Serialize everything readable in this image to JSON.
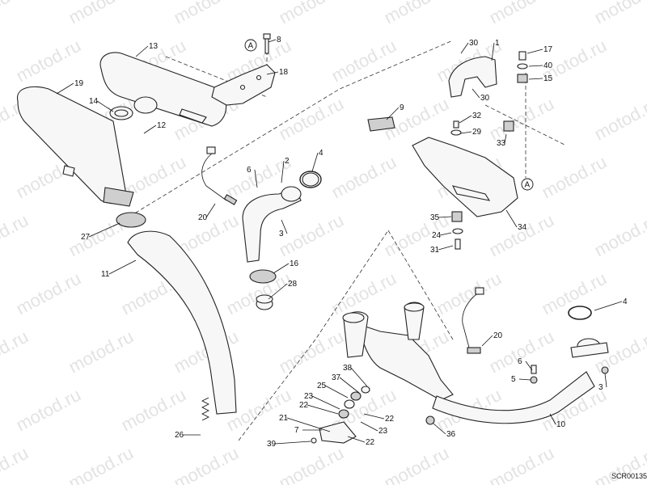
{
  "watermark": "motod.ru",
  "drawing_code": "SCR00135",
  "reference_marker": "A",
  "callouts": [
    {
      "id": "c1",
      "label": "1"
    },
    {
      "id": "c2",
      "label": "2"
    },
    {
      "id": "c3a",
      "label": "3"
    },
    {
      "id": "c3b",
      "label": "3"
    },
    {
      "id": "c4a",
      "label": "4"
    },
    {
      "id": "c4b",
      "label": "4"
    },
    {
      "id": "c5",
      "label": "5"
    },
    {
      "id": "c6a",
      "label": "6"
    },
    {
      "id": "c6b",
      "label": "6"
    },
    {
      "id": "c7",
      "label": "7"
    },
    {
      "id": "c8",
      "label": "8"
    },
    {
      "id": "c9",
      "label": "9"
    },
    {
      "id": "c10",
      "label": "10"
    },
    {
      "id": "c11",
      "label": "11"
    },
    {
      "id": "c12",
      "label": "12"
    },
    {
      "id": "c13",
      "label": "13"
    },
    {
      "id": "c14",
      "label": "14"
    },
    {
      "id": "c15",
      "label": "15"
    },
    {
      "id": "c16",
      "label": "16"
    },
    {
      "id": "c17",
      "label": "17"
    },
    {
      "id": "c18",
      "label": "18"
    },
    {
      "id": "c19",
      "label": "19"
    },
    {
      "id": "c20a",
      "label": "20"
    },
    {
      "id": "c20b",
      "label": "20"
    },
    {
      "id": "c21",
      "label": "21"
    },
    {
      "id": "c22a",
      "label": "22"
    },
    {
      "id": "c22b",
      "label": "22"
    },
    {
      "id": "c22c",
      "label": "22"
    },
    {
      "id": "c23a",
      "label": "23"
    },
    {
      "id": "c23b",
      "label": "23"
    },
    {
      "id": "c24",
      "label": "24"
    },
    {
      "id": "c25",
      "label": "25"
    },
    {
      "id": "c26",
      "label": "26"
    },
    {
      "id": "c27",
      "label": "27"
    },
    {
      "id": "c28",
      "label": "28"
    },
    {
      "id": "c29",
      "label": "29"
    },
    {
      "id": "c30a",
      "label": "30"
    },
    {
      "id": "c30b",
      "label": "30"
    },
    {
      "id": "c31",
      "label": "31"
    },
    {
      "id": "c32",
      "label": "32"
    },
    {
      "id": "c33",
      "label": "33"
    },
    {
      "id": "c34",
      "label": "34"
    },
    {
      "id": "c35",
      "label": "35"
    },
    {
      "id": "c36",
      "label": "36"
    },
    {
      "id": "c37",
      "label": "37"
    },
    {
      "id": "c38",
      "label": "38"
    },
    {
      "id": "c39",
      "label": "39"
    },
    {
      "id": "c40",
      "label": "40"
    }
  ]
}
